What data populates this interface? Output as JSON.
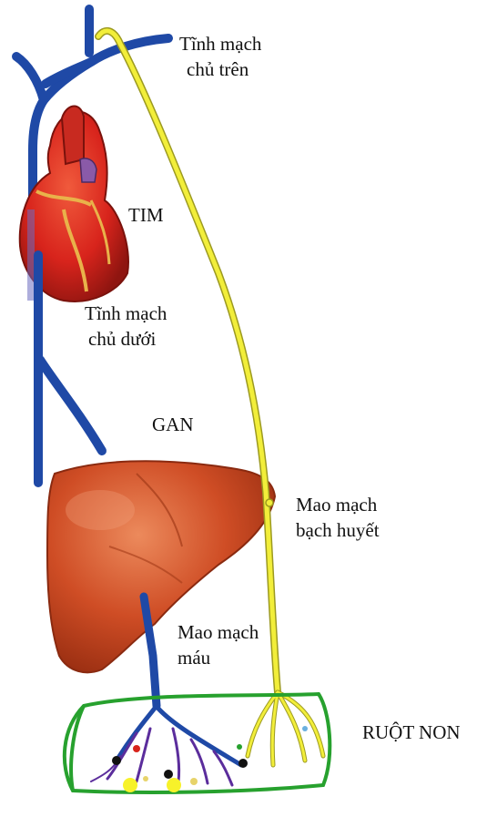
{
  "labels": {
    "svc_line1": "Tĩnh mạch",
    "svc_line2": "chủ trên",
    "heart": "TIM",
    "ivc_line1": "Tĩnh mạch",
    "ivc_line2": "chủ  dưới",
    "liver": "GAN",
    "lymph_line1": "Mao mạch",
    "lymph_line2": "bạch huyết",
    "blood_line1": "Mao mạch",
    "blood_line2": "máu",
    "intestine": "RUỘT NON"
  },
  "colors": {
    "vein": "#1f49a6",
    "lymph": "#f2ee3a",
    "lymph_outline": "#9c9a20",
    "heart": "#d8241c",
    "heart_dark": "#8f1510",
    "liver": "#c9431f",
    "liver_light": "#e8784e",
    "intestine": "#27a12e",
    "capillary": "#5b2d9c",
    "text": "#111111"
  }
}
